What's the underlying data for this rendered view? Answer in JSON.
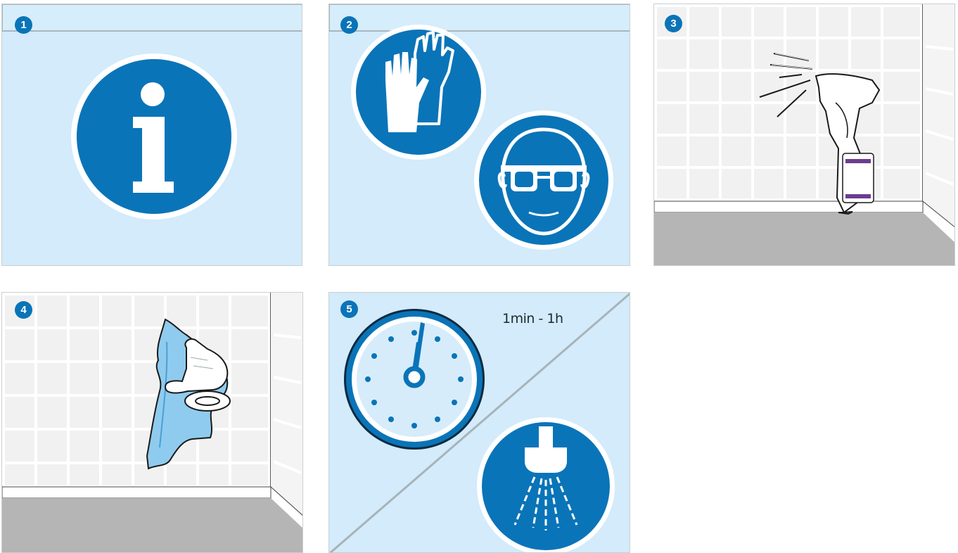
{
  "colors": {
    "panel_bg": "#d3ebfa",
    "sign_blue": "#0a74b8",
    "tile": "#f2f2f2",
    "grout": "#ffffff",
    "floor": "#b5b5b5",
    "cloth": "#8fcbee",
    "label_purple": "#6b3d8f"
  },
  "steps": [
    {
      "number": "1",
      "icon": "info-sign-icon"
    },
    {
      "number": "2",
      "icons": [
        "protective-gloves-icon",
        "safety-goggles-icon"
      ]
    },
    {
      "number": "3",
      "icon": "spray-bottle-icon"
    },
    {
      "number": "4",
      "icon": "wipe-cloth-icon"
    },
    {
      "number": "5",
      "time_label": "1min - 1h",
      "icons": [
        "clock-icon",
        "rinse-shower-icon"
      ]
    }
  ]
}
